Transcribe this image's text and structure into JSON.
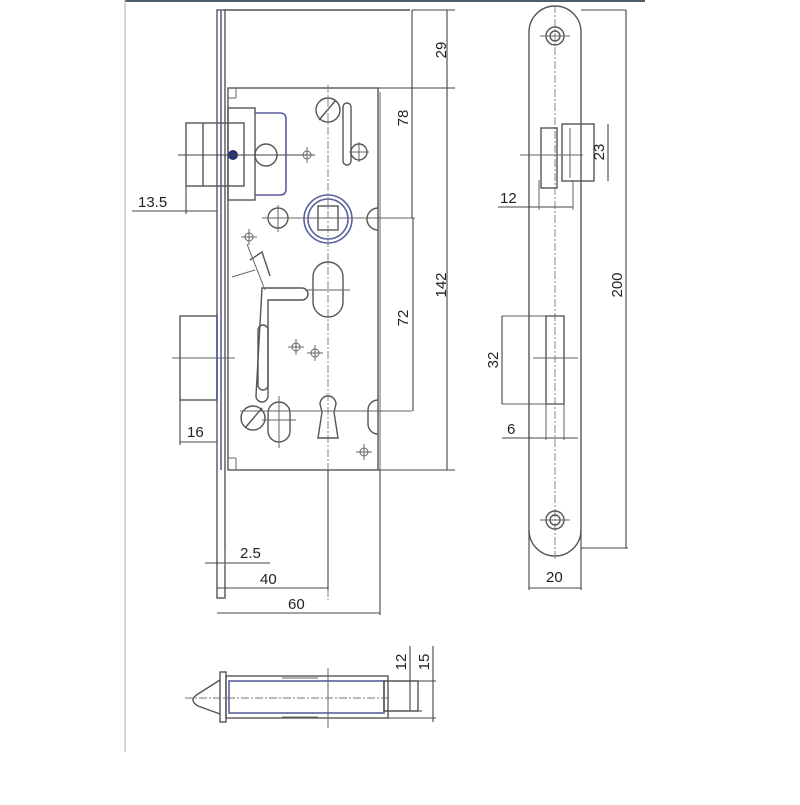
{
  "figure": {
    "type": "technical-drawing",
    "subject": "mortise lock body with strike plate, dimensioned (mm)",
    "colors": {
      "line": "#555555",
      "highlight": "#5a5f9e",
      "frame_top": "#4a6070",
      "text": "#222222"
    }
  },
  "views": {
    "front": {
      "dimensions": {
        "top_offset": "29",
        "handle_to_top": "78",
        "height_total": "142",
        "handle_to_key": "72",
        "latch_projection": "13.5",
        "bolt_projection": "16",
        "faceplate_thickness": "2.5",
        "backset": "40",
        "body_width": "60"
      }
    },
    "strike_plate": {
      "dimensions": {
        "latch_opening_height": "23",
        "latch_opening_depth": "12",
        "bolt_opening_height": "32",
        "bolt_opening_depth": "6",
        "plate_height": "200",
        "plate_width": "20"
      }
    },
    "bottom": {
      "dimensions": {
        "inner_thickness": "12",
        "outer_thickness": "15"
      }
    }
  }
}
